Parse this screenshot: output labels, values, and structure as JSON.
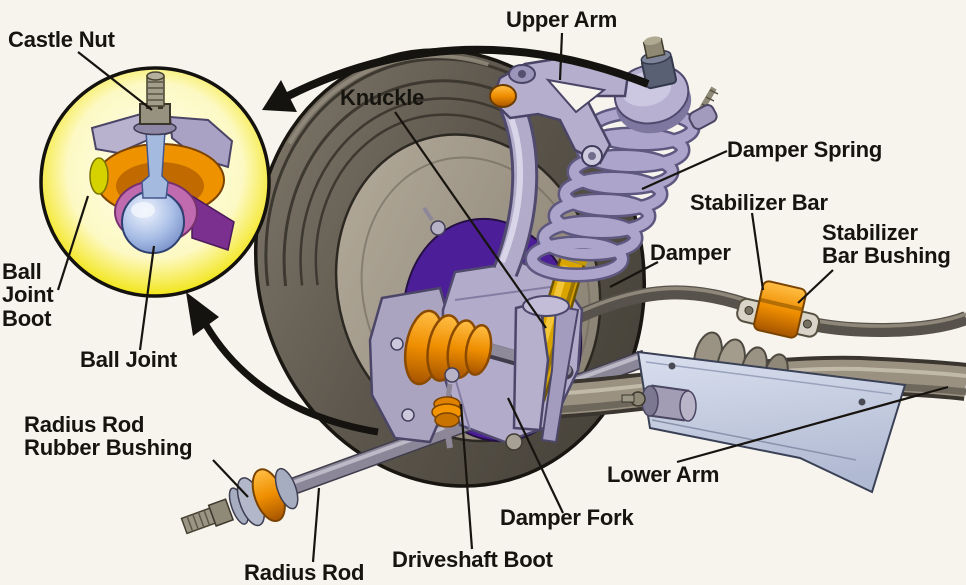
{
  "diagram": {
    "labels": {
      "castle_nut": "Castle Nut",
      "upper_arm": "Upper Arm",
      "knuckle": "Knuckle",
      "damper_spring": "Damper Spring",
      "stabilizer_bar": "Stabilizer Bar",
      "stabilizer_bar_bushing": "Stabilizer\nBar Bushing",
      "damper": "Damper",
      "ball_joint_boot": "Ball\nJoint\nBoot",
      "ball_joint": "Ball Joint",
      "radius_rod_rubber_bushing": "Radius Rod\nRubber Bushing",
      "lower_arm": "Lower Arm",
      "damper_fork": "Damper Fork",
      "driveshaft_boot": "Driveshaft Boot",
      "radius_rod": "Radius Rod"
    },
    "colors": {
      "background": "#f7f4ee",
      "label_text": "#16140f",
      "leader_line": "#17140f",
      "metal_lavender": "#b4adcc",
      "damper_yellow": "#d9a400",
      "boot_orange": "#f08f00",
      "rotor_purple": "#4c1e97",
      "tire_gray": "#6f695e",
      "inset_ring_yellow": "#f0e400",
      "ball_blue": "#9db4e0",
      "bracket_blue_gray": "#c7cfe2"
    }
  }
}
